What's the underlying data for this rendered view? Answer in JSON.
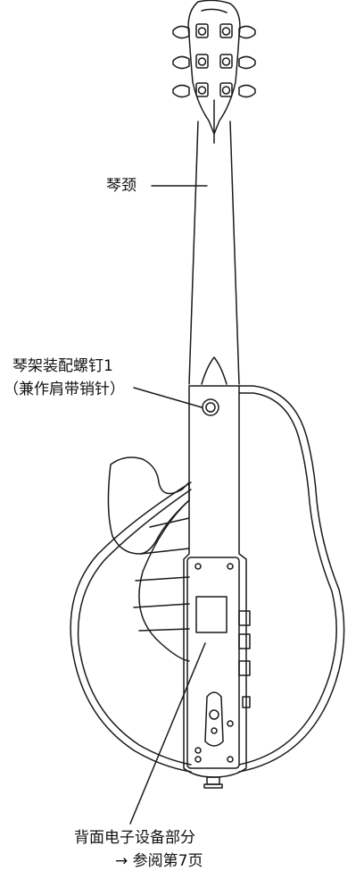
{
  "labels": {
    "neck": "琴颈",
    "stand_mount_line1": "琴架装配螺钉1",
    "stand_mount_line2": "（兼作肩带销针）",
    "back_electronics_line1": "背面电子设备部分",
    "back_electronics_line2": "→ 参阅第7页"
  },
  "colors": {
    "line": "#1a1a1a",
    "background": "#ffffff"
  }
}
